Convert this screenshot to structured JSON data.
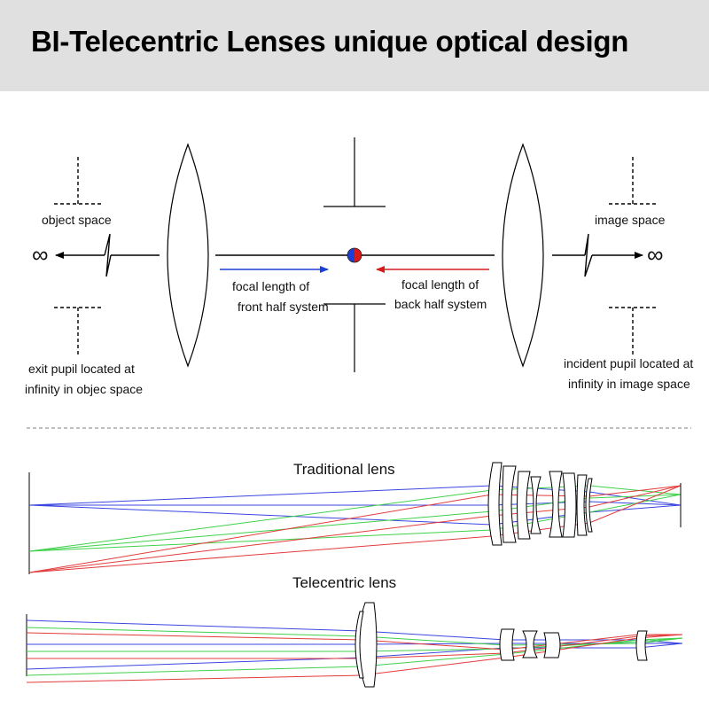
{
  "banner": {
    "title": "BI-Telecentric Lenses unique optical design"
  },
  "schematic": {
    "left": {
      "space_label": "object space",
      "pupil_line1": "exit pupil located at",
      "pupil_line2": "infinity in objec space",
      "infinity": "∞"
    },
    "right": {
      "space_label": "image space",
      "pupil_line1": "incident pupil located at",
      "pupil_line2": "infinity in image space",
      "infinity": "∞"
    },
    "front_focal": {
      "line1": "focal length of",
      "line2": "front half system",
      "arrow_color": "#1a3fd6"
    },
    "back_focal": {
      "line1": "focal length of",
      "line2": "back half system",
      "arrow_color": "#d61a1a"
    }
  },
  "traditional": {
    "title": "Traditional lens"
  },
  "telecentric": {
    "title": "Telecentric lens"
  },
  "ray_colors": {
    "blue": "#3a46e0",
    "green": "#3fd14a",
    "red": "#e33b3b"
  }
}
